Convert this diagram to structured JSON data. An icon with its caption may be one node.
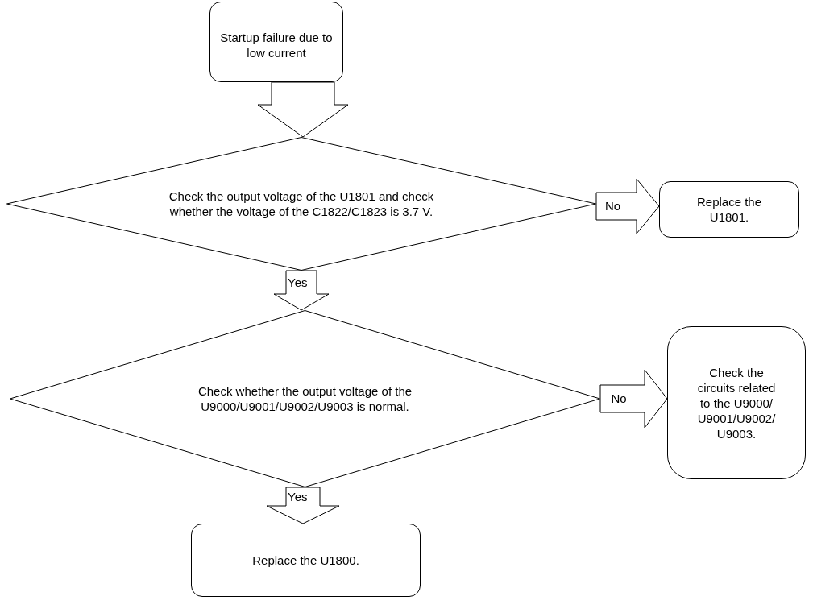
{
  "diagram": {
    "nodes": [
      {
        "text": [
          "Startup failure due to low current"
        ]
      },
      {
        "text": [
          "Check the output voltage of the U1801 and check whether the voltage of the C1822/C1823 is 3.7 V."
        ]
      },
      {
        "text": [
          "Replace the U1801."
        ]
      },
      {
        "text": [
          "Check whether the output voltage of the U9000/U9001/U9002/U9003 is normal."
        ]
      },
      {
        "text": [
          "Check the circuits related to the U9000/ U9001/U9002/ U9003."
        ]
      },
      {
        "text": [
          "Replace the U1800."
        ]
      }
    ],
    "edges": [
      {
        "from": 0,
        "to": 1,
        "arrow": "to"
      },
      {
        "from": 1,
        "to": 2,
        "arrow": "to",
        "label": "No"
      },
      {
        "from": 1,
        "to": 3,
        "arrow": "to",
        "label": "Yes"
      },
      {
        "from": 3,
        "to": 4,
        "arrow": "to",
        "label": "No"
      },
      {
        "from": 3,
        "to": 5,
        "arrow": "to",
        "label": "Yes"
      }
    ]
  }
}
